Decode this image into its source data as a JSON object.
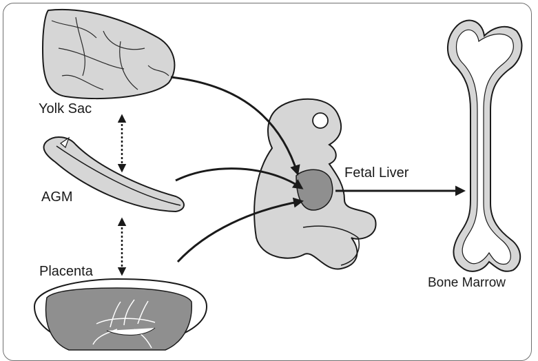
{
  "labels": {
    "yolk_sac": "Yolk Sac",
    "agm": "AGM",
    "placenta": "Placenta",
    "fetal_liver": "Fetal Liver",
    "bone_marrow": "Bone Marrow"
  },
  "colors": {
    "fill_light": "#d6d6d6",
    "fill_dark": "#8f8f8f",
    "stroke": "#1a1a1a",
    "frame": "#6e6e6e"
  }
}
